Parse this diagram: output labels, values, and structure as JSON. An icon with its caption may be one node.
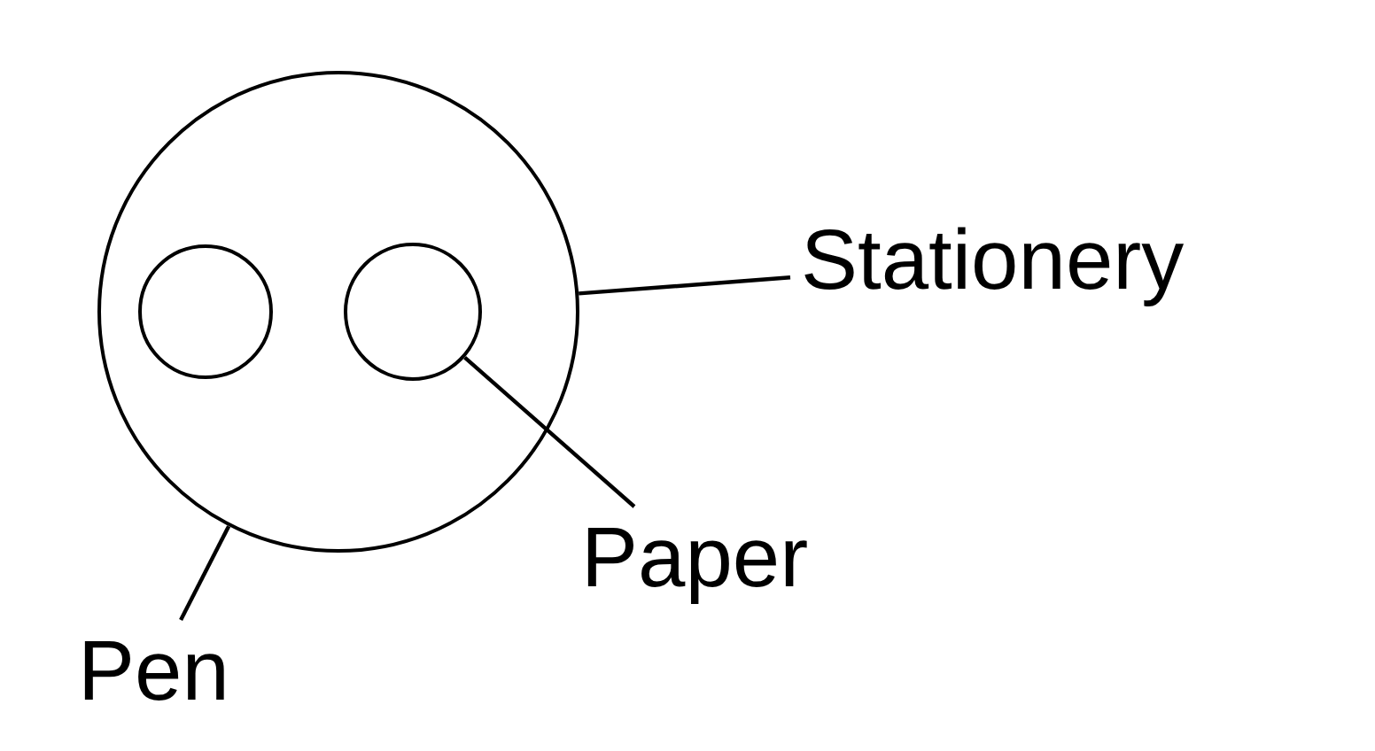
{
  "diagram": {
    "nodes": [
      {
        "text": [],
        "shape": "circle"
      },
      {
        "text": [],
        "shape": "circle",
        "in": 0
      },
      {
        "text": [],
        "shape": "circle",
        "in": 0
      },
      {
        "text": [
          "Stationery"
        ]
      },
      {
        "text": [
          "Paper"
        ]
      },
      {
        "text": [
          "Pen"
        ]
      }
    ],
    "edges": [
      {
        "from": 3,
        "to": 0,
        "arrow": "none"
      },
      {
        "from": 4,
        "to": 2,
        "arrow": "none"
      },
      {
        "from": 5,
        "to": 0,
        "arrow": "none"
      }
    ]
  }
}
